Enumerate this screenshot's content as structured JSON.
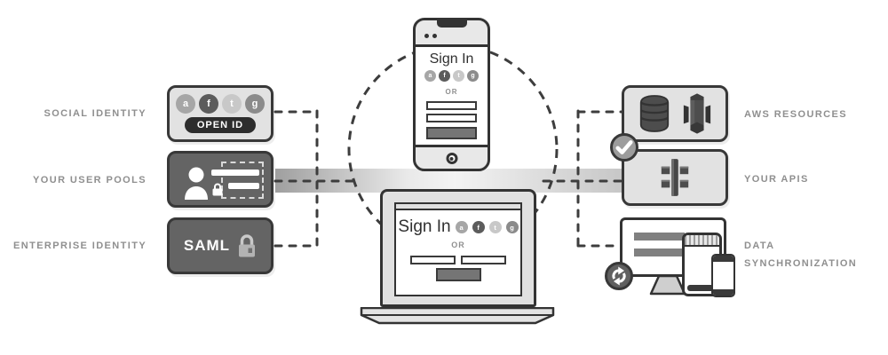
{
  "diagram": {
    "left": {
      "social_identity": {
        "label": "SOCIAL IDENTITY",
        "providers": [
          {
            "letter": "a",
            "color": "#a6a6a6"
          },
          {
            "letter": "f",
            "color": "#5c5c5c"
          },
          {
            "letter": "t",
            "color": "#c8c8c8"
          },
          {
            "letter": "g",
            "color": "#8b8b8b"
          }
        ],
        "badge": "OPEN ID"
      },
      "user_pools": {
        "label": "YOUR USER POOLS"
      },
      "enterprise_identity": {
        "label": "ENTERPRISE IDENTITY",
        "badge": "SAML"
      }
    },
    "center": {
      "phone_screen": {
        "title": "Sign In",
        "divider": "OR"
      },
      "laptop_screen": {
        "title": "Sign In",
        "divider": "OR"
      }
    },
    "right": {
      "aws_resources": {
        "label": "AWS RESOURCES"
      },
      "your_apis": {
        "label": "YOUR APIS"
      },
      "data_sync": {
        "label_line1": "DATA",
        "label_line2": "SYNCHRONIZATION"
      }
    },
    "icons": {
      "check": "checkmark",
      "sync": "two-arrow-cycle",
      "database": "dynamodb-barrel",
      "aws_cube": "aws-service-cube",
      "api": "api-gateway-blocks",
      "person": "user-silhouette",
      "lock": "padlock"
    },
    "colors": {
      "outline": "#383838",
      "box_light": "#e2e2e2",
      "box_dark": "#646464",
      "label_text": "#8f8f8f",
      "band_left": "#9f9f9f",
      "band_right": "#c7c7c7",
      "open_id_badge": "#2d2d2d",
      "button_gray": "#757575",
      "check_badge_fill": "#9c9c9c",
      "sync_badge_fill": "#606060"
    }
  }
}
